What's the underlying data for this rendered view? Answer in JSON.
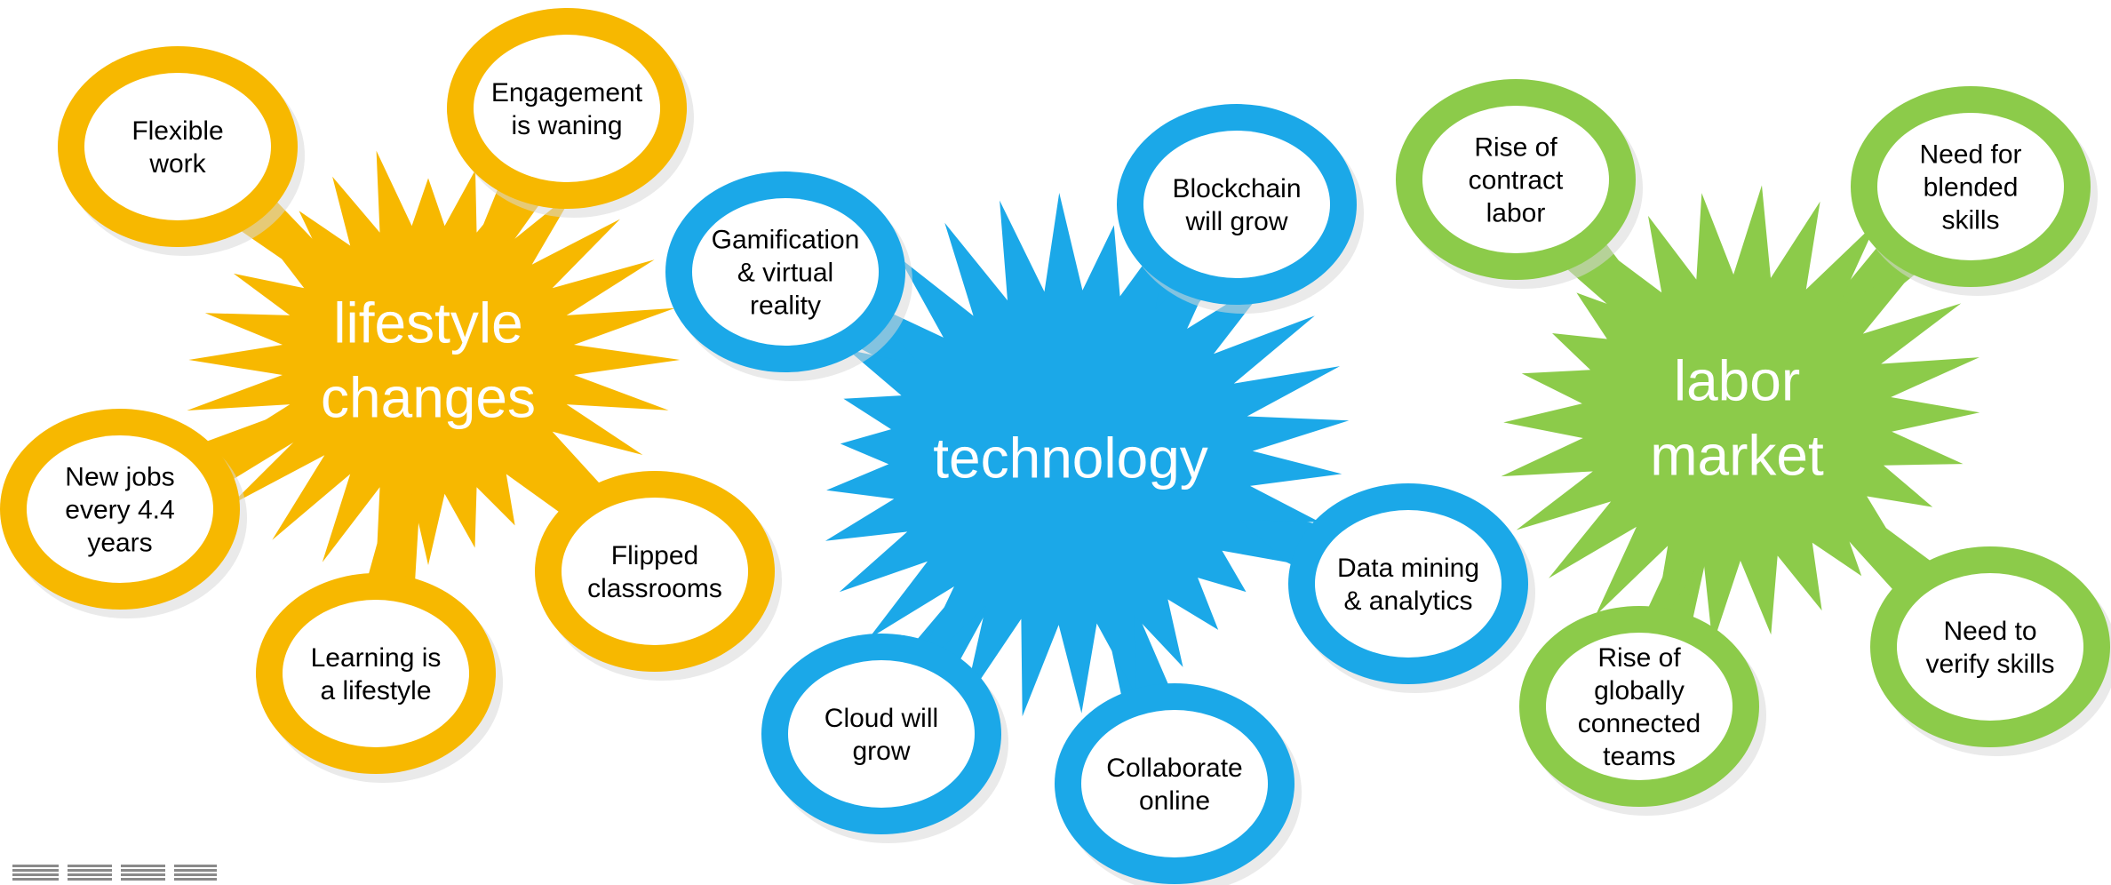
{
  "colors": {
    "lifestyle": "#F7B800",
    "technology": "#1BA8E8",
    "labor": "#8CCB4A",
    "bubble_fill": "#FFFFFF",
    "shadow": "#D9D9D9",
    "logo": "#8A8A8A"
  },
  "clusters": [
    {
      "id": "lifestyle",
      "color_key": "lifestyle",
      "hub_lines": [
        "lifestyle",
        "changes"
      ],
      "bubbles": [
        {
          "id": "flexible-work",
          "lines": [
            "Flexible",
            "work"
          ]
        },
        {
          "id": "engagement-waning",
          "lines": [
            "Engagement",
            "is waning"
          ]
        },
        {
          "id": "new-jobs",
          "lines": [
            "New jobs",
            "every 4.4",
            "years"
          ]
        },
        {
          "id": "learning-lifestyle",
          "lines": [
            "Learning is",
            "a lifestyle"
          ]
        },
        {
          "id": "flipped-classrooms",
          "lines": [
            "Flipped",
            "classrooms"
          ]
        }
      ]
    },
    {
      "id": "technology",
      "color_key": "technology",
      "hub_lines": [
        "technology"
      ],
      "bubbles": [
        {
          "id": "gamification",
          "lines": [
            "Gamification",
            "& virtual",
            "reality"
          ]
        },
        {
          "id": "blockchain",
          "lines": [
            "Blockchain",
            "will grow"
          ]
        },
        {
          "id": "data-mining",
          "lines": [
            "Data mining",
            "& analytics"
          ]
        },
        {
          "id": "cloud",
          "lines": [
            "Cloud will",
            "grow"
          ]
        },
        {
          "id": "collaborate",
          "lines": [
            "Collaborate",
            "online"
          ]
        }
      ]
    },
    {
      "id": "labor",
      "color_key": "labor",
      "hub_lines": [
        "labor",
        "market"
      ],
      "bubbles": [
        {
          "id": "contract-labor",
          "lines": [
            "Rise of",
            "contract",
            "labor"
          ]
        },
        {
          "id": "blended-skills",
          "lines": [
            "Need for",
            "blended",
            "skills"
          ]
        },
        {
          "id": "verify-skills",
          "lines": [
            "Need to",
            "verify skills"
          ]
        },
        {
          "id": "global-teams",
          "lines": [
            "Rise of",
            "globally",
            "connected",
            "teams"
          ]
        }
      ]
    }
  ]
}
